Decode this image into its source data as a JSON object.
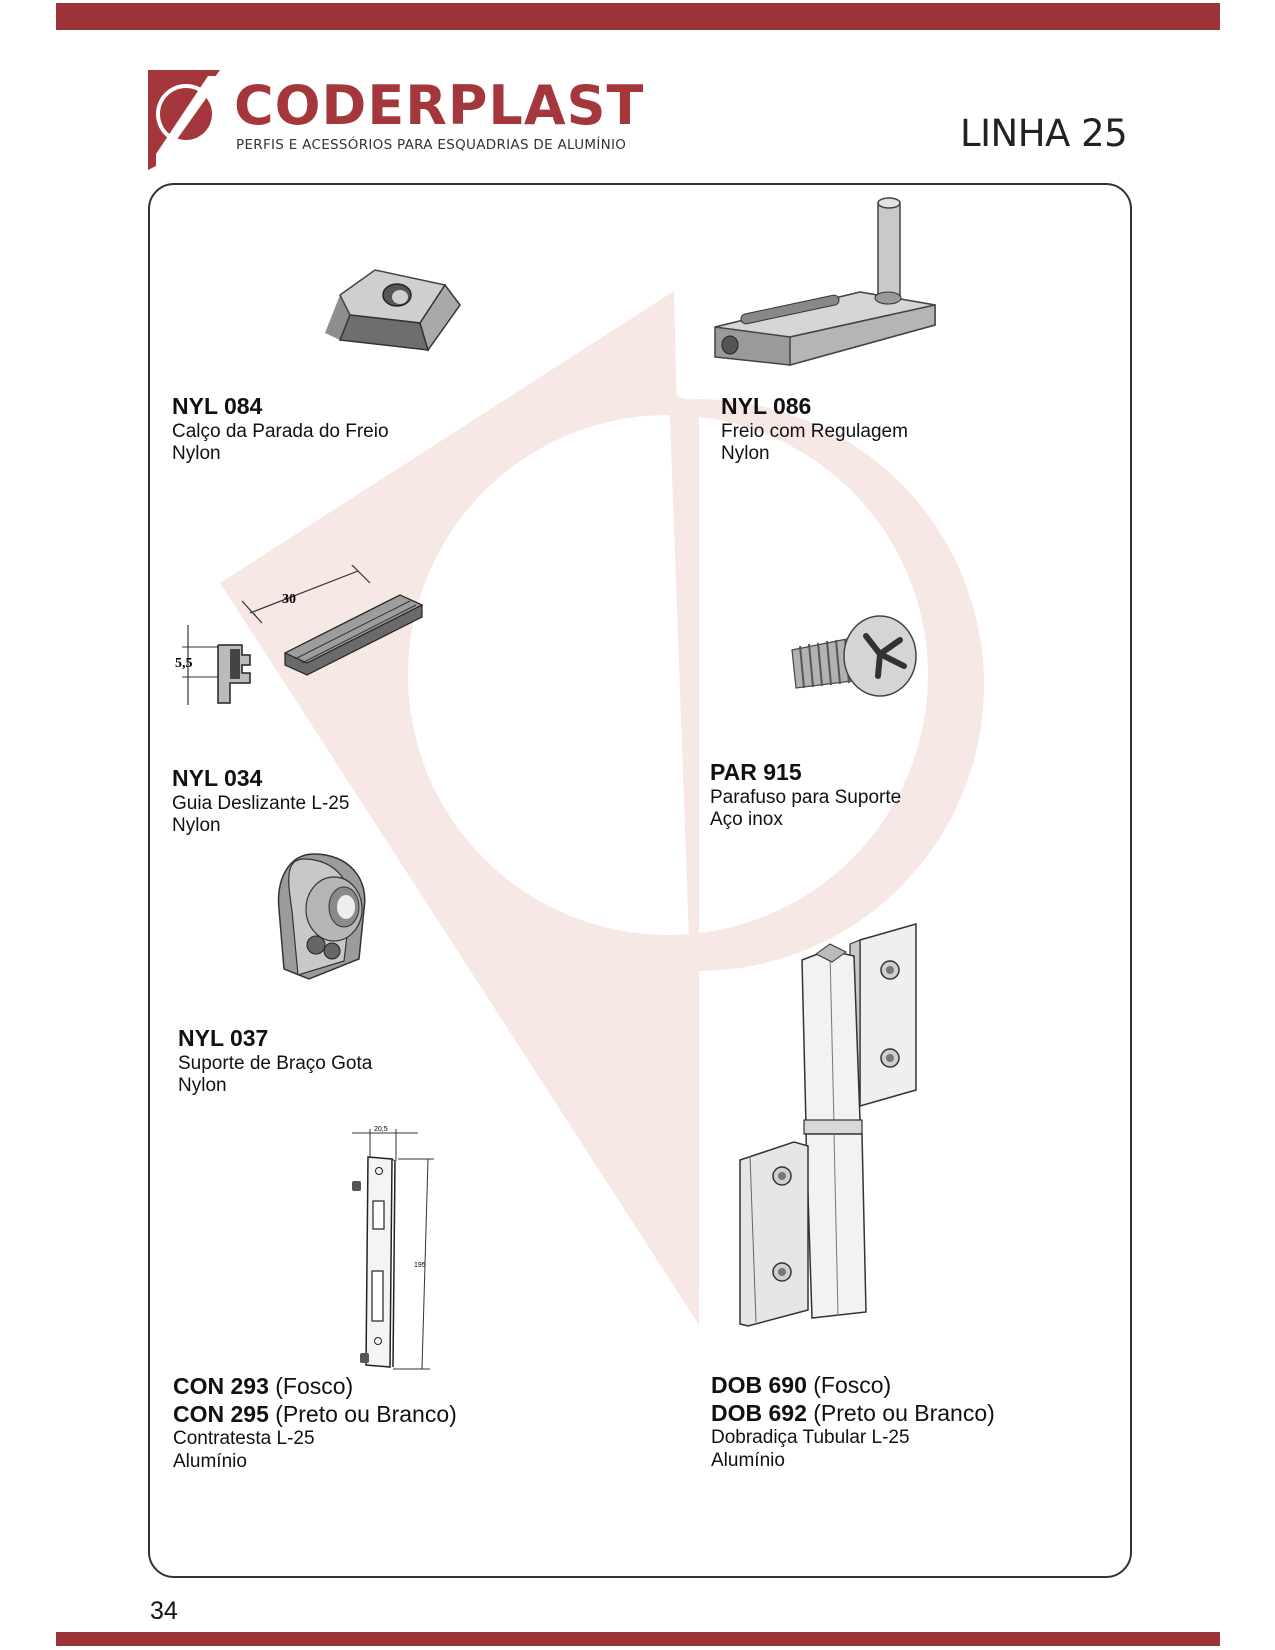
{
  "header": {
    "brand": "CODERPLAST",
    "tagline": "PERFIS E ACESSÓRIOS PARA ESQUADRIAS DE ALUMÍNIO",
    "series": "LINHA 25",
    "accent_color": "#9c3439"
  },
  "products": [
    {
      "code": "NYL 084",
      "description": "Calço da Parada do Freio",
      "material": "Nylon"
    },
    {
      "code": "NYL 086",
      "description": "Freio com Regulagem",
      "material": "Nylon"
    },
    {
      "code": "NYL 034",
      "description": "Guia Deslizante L-25",
      "material": "Nylon",
      "dimensions": {
        "length": "30",
        "height": "5,5"
      }
    },
    {
      "code": "PAR 915",
      "description": "Parafuso para Suporte",
      "material": "Aço inox"
    },
    {
      "code": "NYL 037",
      "description": "Suporte de Braço Gota",
      "material": "Nylon"
    },
    {
      "codes": [
        {
          "code": "CON 293",
          "finish": "(Fosco)"
        },
        {
          "code": "CON 295",
          "finish": "(Preto ou Branco)"
        }
      ],
      "description": "Contratesta L-25",
      "material": "Alumínio",
      "dimensions": {
        "width": "20,5",
        "length": "195"
      }
    },
    {
      "codes": [
        {
          "code": "DOB 690",
          "finish": "(Fosco)"
        },
        {
          "code": "DOB 692",
          "finish": "(Preto ou Branco)"
        }
      ],
      "description": "Dobradiça Tubular L-25",
      "material": "Alumínio"
    }
  ],
  "page_number": "34"
}
